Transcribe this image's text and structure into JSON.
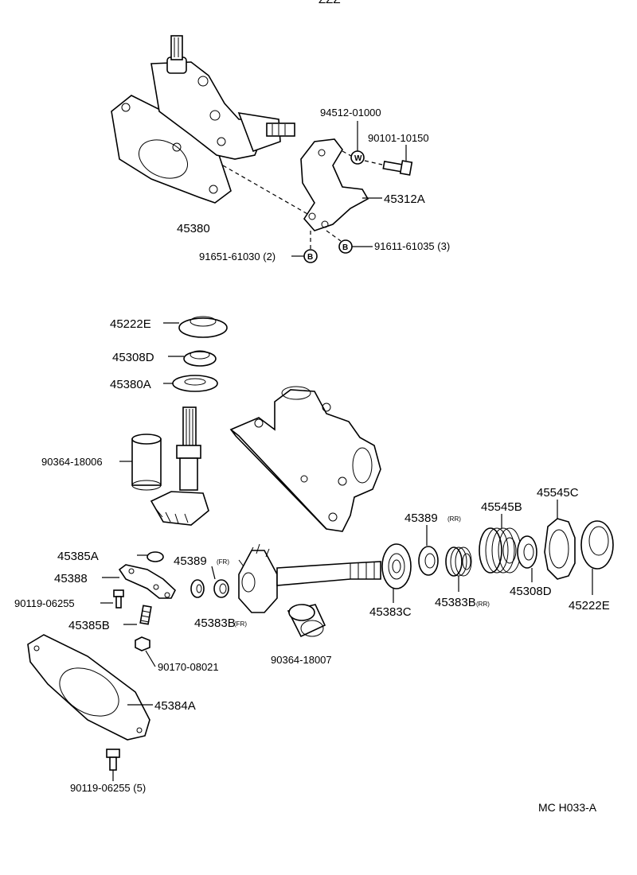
{
  "header": {
    "clipped_code": "ZZZ"
  },
  "labels": {
    "p45380": "45380",
    "p94512": "94512-01000",
    "p90101": "90101-10150",
    "p45312A": "45312A",
    "p91611": "91611-61035 (3)",
    "p91651": "91651-61030 (2)",
    "p45222E_top": "45222E",
    "p45308D_top": "45308D",
    "p45380A": "45380A",
    "p90364_18006": "90364-18006",
    "p45385A": "45385A",
    "p45388": "45388",
    "p90119_a": "90119-06255",
    "p45385B": "45385B",
    "p90170": "90170-08021",
    "p45384A": "45384A",
    "p90119_b": "90119-06255 (5)",
    "p45389_fr": "45389",
    "p45389_fr_sub": "(FR)",
    "p45383B_fr": "45383B",
    "p45383B_fr_sub": "(FR)",
    "p90364_18007": "90364-18007",
    "p45383C": "45383C",
    "p45389_rr": "45389",
    "p45389_rr_sub": "(RR)",
    "p45383B_rr": "45383B",
    "p45383B_rr_sub": "(RR)",
    "p45545B": "45545B",
    "p45545C": "45545C",
    "p45308D_right": "45308D",
    "p45222E_right": "45222E"
  },
  "markers": {
    "washer": "W",
    "bolt_b": "B"
  },
  "footer": {
    "code": "MC  H033-A"
  }
}
